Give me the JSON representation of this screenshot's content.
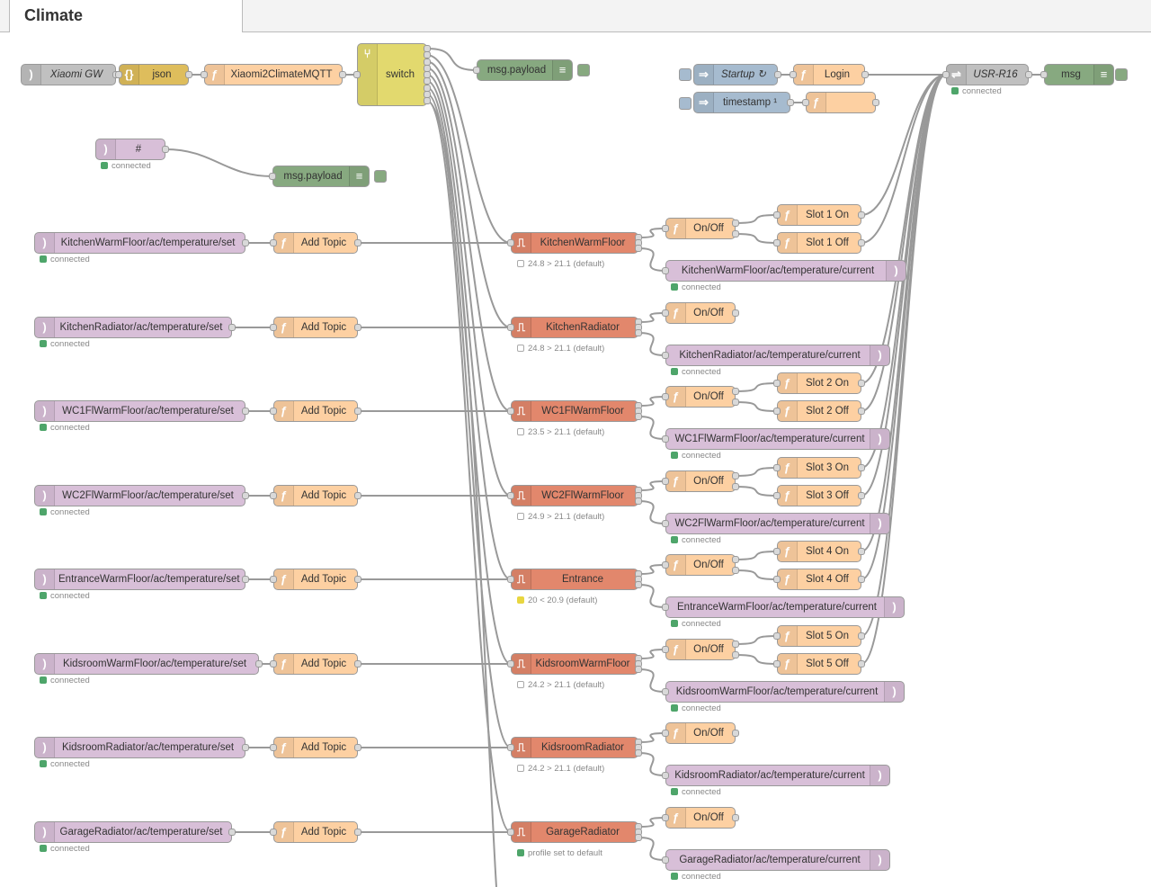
{
  "tab": {
    "title": "Climate"
  },
  "colors": {
    "mqtt": "#d8bfd8",
    "function": "#fdd0a2",
    "thermostat": "#e2876c",
    "debug": "#87a980",
    "json": "#debd5c",
    "switch": "#e2d96e",
    "inject": "#a6bbcf",
    "serial": "#c0c0c0",
    "wire": "#999999",
    "status_green": "#4ea56a",
    "status_yellow": "#e8d640"
  },
  "top_flow": {
    "xiaomi_gw": "Xiaomi GW",
    "json": "json",
    "xiaomi2climate": "Xiaomi2ClimateMQTT",
    "switch": "switch",
    "msg_payload": "msg.payload"
  },
  "hash_flow": {
    "mqtt_hash": "#",
    "hash_status": "connected",
    "msg_payload": "msg.payload"
  },
  "serial_flow": {
    "startup": "Startup ↻",
    "login": "Login",
    "timestamp": "timestamp ¹",
    "usr_r16": "USR-R16",
    "usr_status": "connected",
    "msg": "msg"
  },
  "zones": [
    {
      "mqtt_in": "KitchenWarmFloor/ac/temperature/set",
      "in_status": "connected",
      "add_topic": "Add Topic",
      "thermostat": "KitchenWarmFloor",
      "th_status": "24.8 > 21.1 (default)",
      "onoff": "On/Off",
      "slot_on": "Slot 1 On",
      "slot_off": "Slot 1 Off",
      "mqtt_out": "KitchenWarmFloor/ac/temperature/current",
      "out_status": "connected"
    },
    {
      "mqtt_in": "KitchenRadiator/ac/temperature/set",
      "in_status": "connected",
      "add_topic": "Add Topic",
      "thermostat": "KitchenRadiator",
      "th_status": "24.8 > 21.1 (default)",
      "onoff": "On/Off",
      "mqtt_out": "KitchenRadiator/ac/temperature/current",
      "out_status": "connected"
    },
    {
      "mqtt_in": "WC1FlWarmFloor/ac/temperature/set",
      "in_status": "connected",
      "add_topic": "Add Topic",
      "thermostat": "WC1FlWarmFloor",
      "th_status": "23.5 > 21.1 (default)",
      "onoff": "On/Off",
      "slot_on": "Slot 2 On",
      "slot_off": "Slot 2 Off",
      "mqtt_out": "WC1FlWarmFloor/ac/temperature/current",
      "out_status": "connected"
    },
    {
      "mqtt_in": "WC2FlWarmFloor/ac/temperature/set",
      "in_status": "connected",
      "add_topic": "Add Topic",
      "thermostat": "WC2FlWarmFloor",
      "th_status": "24.9 > 21.1 (default)",
      "onoff": "On/Off",
      "slot_on": "Slot 3 On",
      "slot_off": "Slot 3 Off",
      "mqtt_out": "WC2FlWarmFloor/ac/temperature/current",
      "out_status": "connected"
    },
    {
      "mqtt_in": "EntranceWarmFloor/ac/temperature/set",
      "in_status": "connected",
      "add_topic": "Add Topic",
      "thermostat": "Entrance",
      "th_status": "20 < 20.9 (default)",
      "onoff": "On/Off",
      "slot_on": "Slot 4 On",
      "slot_off": "Slot 4 Off",
      "mqtt_out": "EntranceWarmFloor/ac/temperature/current",
      "out_status": "connected"
    },
    {
      "mqtt_in": "KidsroomWarmFloor/ac/temperature/set",
      "in_status": "connected",
      "add_topic": "Add Topic",
      "thermostat": "KidsroomWarmFloor",
      "th_status": "24.2 > 21.1 (default)",
      "onoff": "On/Off",
      "slot_on": "Slot 5 On",
      "slot_off": "Slot 5 Off",
      "mqtt_out": "KidsroomWarmFloor/ac/temperature/current",
      "out_status": "connected"
    },
    {
      "mqtt_in": "KidsroomRadiator/ac/temperature/set",
      "in_status": "connected",
      "add_topic": "Add Topic",
      "thermostat": "KidsroomRadiator",
      "th_status": "24.2 > 21.1 (default)",
      "onoff": "On/Off",
      "mqtt_out": "KidsroomRadiator/ac/temperature/current",
      "out_status": "connected"
    },
    {
      "mqtt_in": "GarageRadiator/ac/temperature/set",
      "in_status": "connected",
      "add_topic": "Add Topic",
      "thermostat": "GarageRadiator",
      "th_status": "profile set to default",
      "onoff": "On/Off",
      "mqtt_out": "GarageRadiator/ac/temperature/current",
      "out_status": "connected"
    }
  ]
}
